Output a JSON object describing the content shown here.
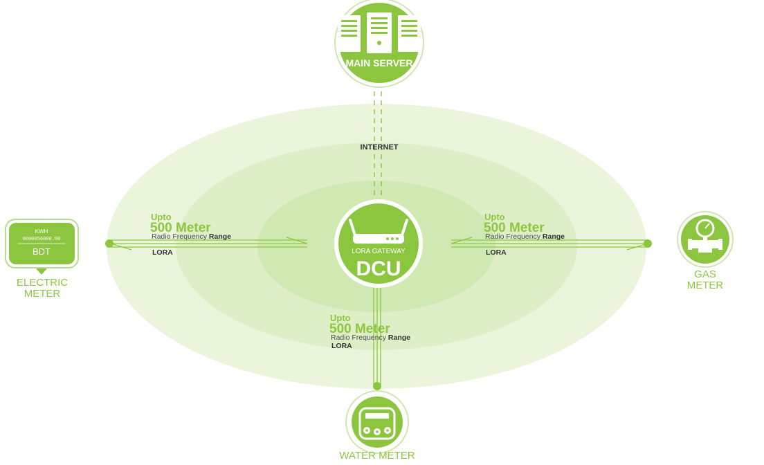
{
  "colors": {
    "accent": "#8cc63f",
    "accent_dark": "#6fae2b",
    "ring_outer": "#ebf5dc",
    "ring_mid": "#deefc8",
    "ring_inner": "#d0e8b2",
    "text_dark": "#333333"
  },
  "main_server": {
    "label": "MAIN SERVER",
    "icon": "server-rack-icon"
  },
  "internet_label": "INTERNET",
  "dcu": {
    "subtitle": "LORA GATEWAY",
    "title": "DCU",
    "icon": "router-antenna-icon"
  },
  "links": {
    "left": {
      "upto": "Upto",
      "distance": "500 Meter",
      "rf_prefix": "Radio Frequency ",
      "rf_bold": "Range",
      "protocol": "LORA"
    },
    "right": {
      "upto": "Upto",
      "distance": "500 Meter",
      "rf_prefix": "Radio Frequency ",
      "rf_bold": "Range",
      "protocol": "LORA"
    },
    "bottom": {
      "upto": "Upto",
      "distance": "500 Meter",
      "rf_prefix": "Radio Frequency ",
      "rf_bold": "Range",
      "protocol": "LORA"
    }
  },
  "electric_meter": {
    "unit": "KWH",
    "reading": "0000056000.00",
    "currency": "BDT",
    "label_line1": "ELECTRIC",
    "label_line2": "METER",
    "icon": "electric-meter-icon"
  },
  "gas_meter": {
    "label_line1": "GAS",
    "label_line2": "METER",
    "icon": "gas-meter-icon"
  },
  "water_meter": {
    "label": "WATER METER",
    "icon": "water-meter-icon"
  }
}
